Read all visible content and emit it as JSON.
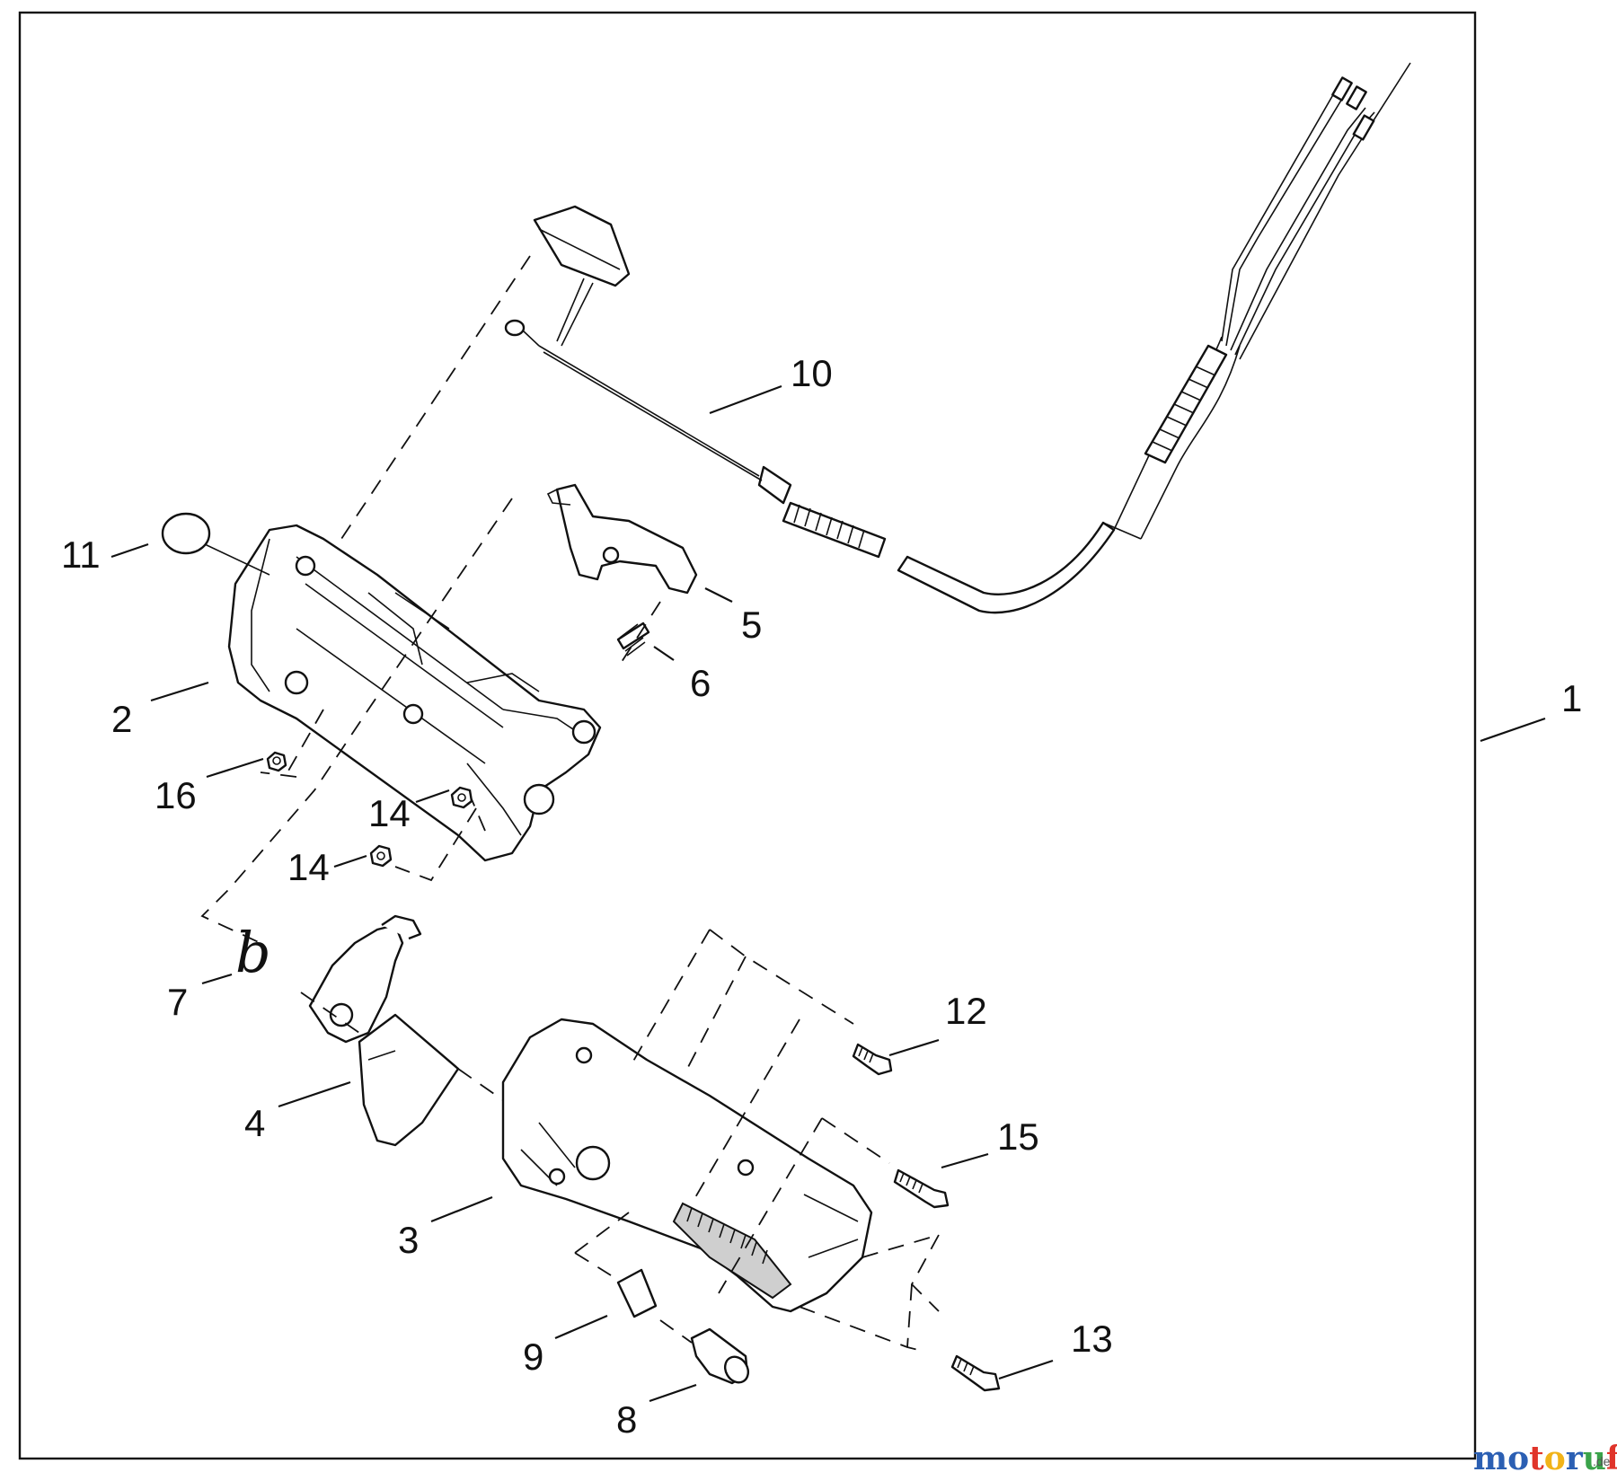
{
  "callouts": [
    {
      "id": "1",
      "label": "1"
    },
    {
      "id": "2",
      "label": "2"
    },
    {
      "id": "3",
      "label": "3"
    },
    {
      "id": "4",
      "label": "4"
    },
    {
      "id": "5",
      "label": "5"
    },
    {
      "id": "6",
      "label": "6"
    },
    {
      "id": "7",
      "label": "7"
    },
    {
      "id": "8",
      "label": "8"
    },
    {
      "id": "9",
      "label": "9"
    },
    {
      "id": "10",
      "label": "10"
    },
    {
      "id": "11",
      "label": "11"
    },
    {
      "id": "12",
      "label": "12"
    },
    {
      "id": "13",
      "label": "13"
    },
    {
      "id": "14a",
      "label": "14"
    },
    {
      "id": "14b",
      "label": "14"
    },
    {
      "id": "15",
      "label": "15"
    },
    {
      "id": "16",
      "label": "16"
    }
  ],
  "handwritten_mark": "b",
  "watermark": {
    "logo_text": "motoruf",
    "suffix": ".de",
    "letter_colors": [
      "#2b5fb3",
      "#2b5fb3",
      "#e0342a",
      "#f1b319",
      "#2b5fb3",
      "#3aa34a",
      "#e0342a"
    ]
  },
  "colors": {
    "line": "#111111",
    "background": "#ffffff",
    "frame": "#111111"
  }
}
